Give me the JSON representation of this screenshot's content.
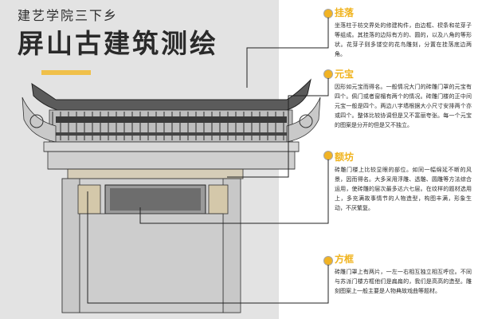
{
  "header": {
    "subtitle": "建艺学院三下乡",
    "title": "屏山古建筑测绘"
  },
  "colors": {
    "background_left": "#e3e3e3",
    "accent": "#f0c04a",
    "heading": "#f0b31c",
    "text": "#2b2b2b"
  },
  "annotations": [
    {
      "heading": "挂落",
      "body": "坐落柱于枋交界处的修建构件，由边框、棂条和花芽子等组成。其挂落的边际有方的、圆的，以及八角的等形状。花芽子则多镂空的花鸟雕刻，分置在挂落底边两角。"
    },
    {
      "heading": "元宝",
      "body": "因形如元宝而得名。一般情况大门的砖雕门罩的元宝有四个。佩门或者窗楣有两个的情况。砖雕门楼的正中间元宝一般是四个。两边八字墙根据大小尺寸安排两个亦或四个。整体比较协调但是又不富丽夸张。每一个元宝的图案是分开的但是又不独立。"
    },
    {
      "heading": "额坊",
      "body": "砖雕门楼上比较显眼的部位。如同一幅绵延不断的风景，因而得名。大多采用浮雕、透雕、圆雕等方法综合运用，使砖雕的层次最多达六七层。在纹样的题材选用上，多充满故事情节的人物造型，构图丰满，形象生动，不厌繁复。"
    },
    {
      "heading": "方框",
      "body": "砖雕门罩上有两片，一左一右相互独立相互呼应。不同与苏派门楼方框他们是扁扁的，我们是高高的造型。雕刻图案上一般主要是人物典故戏曲等题材。"
    }
  ],
  "icons": [
    "eave-roof-drawing",
    "callout-marker"
  ]
}
